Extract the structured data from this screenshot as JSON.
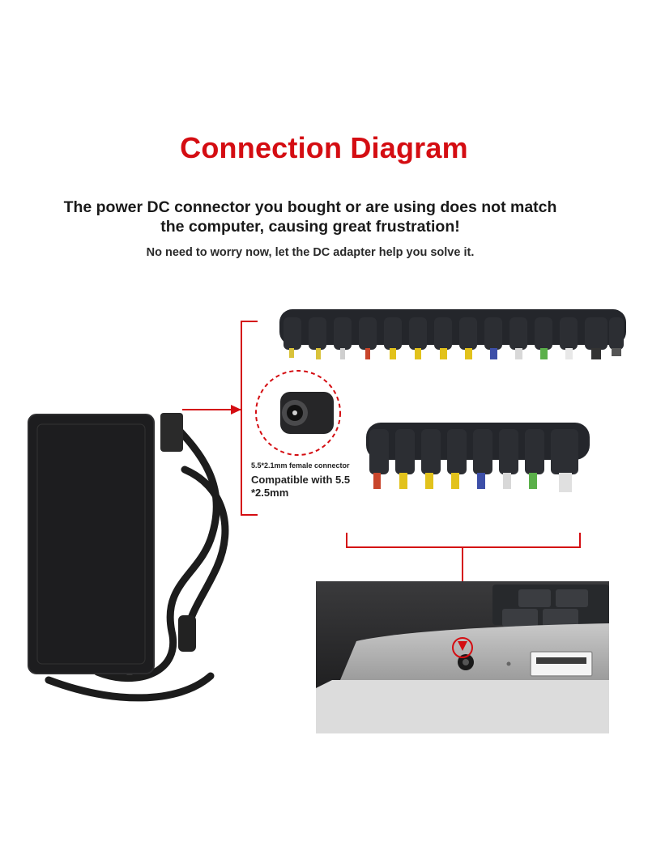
{
  "title": "Connection Diagram",
  "headline_line1": "The power DC connector you bought or are using does not match",
  "headline_line2": "the computer, causing great frustration!",
  "subline": "No need to worry now, let the DC adapter help you solve it.",
  "connector_note": "5.5*2.1mm female connector",
  "compat_line1": "Compatible with 5.5",
  "compat_line2": "*2.5mm",
  "colors": {
    "accent": "#d40d12",
    "text": "#1a1a1a"
  }
}
